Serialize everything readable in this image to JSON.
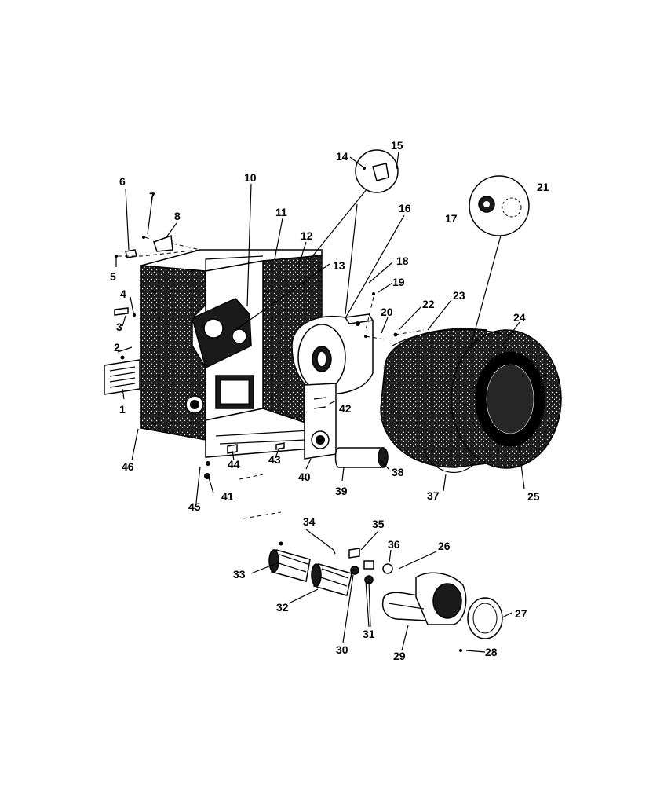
{
  "labels": {
    "p1": "1",
    "p2": "2",
    "p3": "3",
    "p4": "4",
    "p5": "5",
    "p6": "6",
    "p7": "7",
    "p8": "8",
    "p10": "10",
    "p11": "11",
    "p12": "12",
    "p13": "13",
    "p14": "14",
    "p15": "15",
    "p16": "16",
    "p17": "17",
    "p18": "18",
    "p19": "19",
    "p20": "20",
    "p21": "21",
    "p22": "22",
    "p23": "23",
    "p24": "24",
    "p25": "25",
    "p26": "26",
    "p27": "27",
    "p28": "28",
    "p29": "29",
    "p30": "30",
    "p31": "31",
    "p32": "32",
    "p33": "33",
    "p34": "34",
    "p35": "35",
    "p36": "36",
    "p37": "37",
    "p38": "38",
    "p39": "39",
    "p40": "40",
    "p41": "41",
    "p42": "42",
    "p43": "43",
    "p44": "44",
    "p45": "45",
    "p46": "46"
  }
}
